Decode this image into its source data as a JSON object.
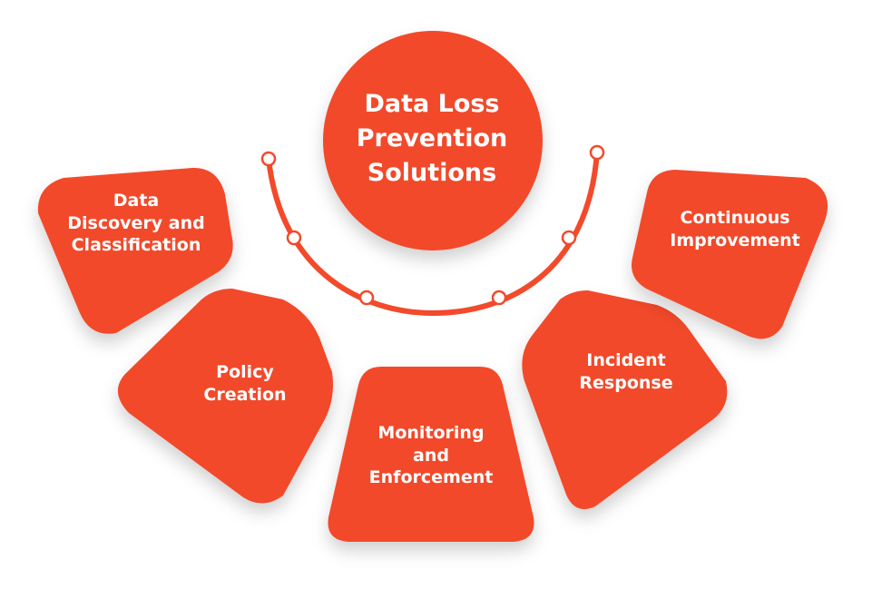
{
  "colors": {
    "accent": "#f24a2b",
    "node_fill": "#ffffff",
    "text": "#ffffff"
  },
  "center": {
    "title_lines": [
      "Data Loss",
      "Prevention",
      "Solutions"
    ]
  },
  "steps": [
    {
      "lines": [
        "Data",
        "Discovery and",
        "Classification"
      ]
    },
    {
      "lines": [
        "Policy",
        "Creation"
      ]
    },
    {
      "lines": [
        "Monitoring",
        "and",
        "Enforcement"
      ]
    },
    {
      "lines": [
        "Incident",
        "Response"
      ]
    },
    {
      "lines": [
        "Continuous",
        "Improvement"
      ]
    }
  ]
}
